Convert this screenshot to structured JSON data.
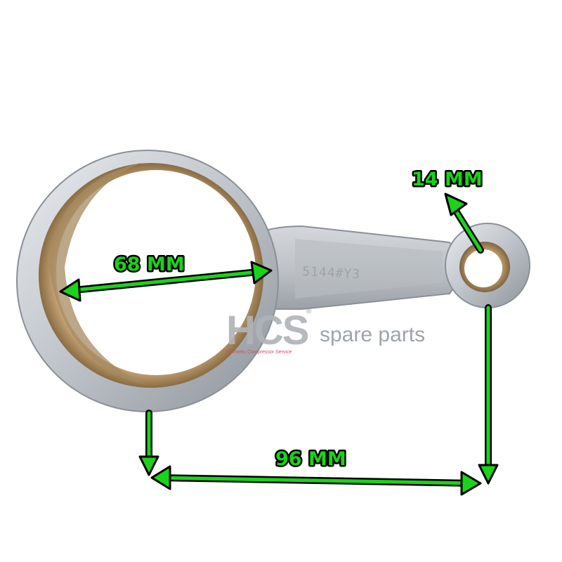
{
  "dimensions": {
    "big_bore": "68 MM",
    "small_bore": "14 MM",
    "center_distance": "96 MM"
  },
  "part_stamp": "5144#Y3",
  "watermark": {
    "logo": "HCS",
    "registered": "®",
    "tagline": "Hermetic Compressor Service",
    "text": "spare parts"
  },
  "colors": {
    "arrow": "#19d419",
    "arrow_outline": "#000000",
    "metal": "#c9cdd2",
    "bronze": "#a88a5c"
  }
}
